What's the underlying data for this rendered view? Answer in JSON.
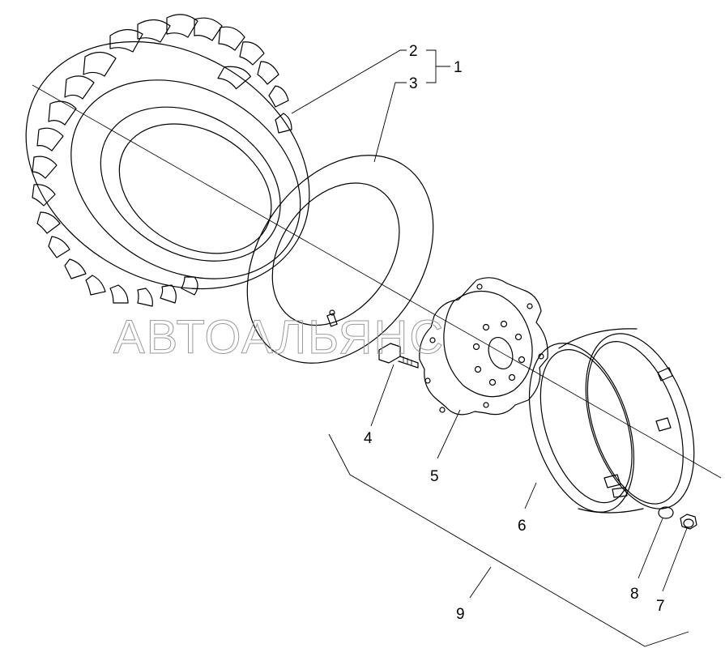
{
  "watermark": "АВТОАЛЬЯНС",
  "callouts": {
    "c1": "1",
    "c2": "2",
    "c3": "3",
    "c4": "4",
    "c5": "5",
    "c6": "6",
    "c7": "7",
    "c8": "8",
    "c9": "9"
  },
  "colors": {
    "line": "#000000",
    "watermark": "#9a9a9a",
    "background": "#ffffff"
  }
}
